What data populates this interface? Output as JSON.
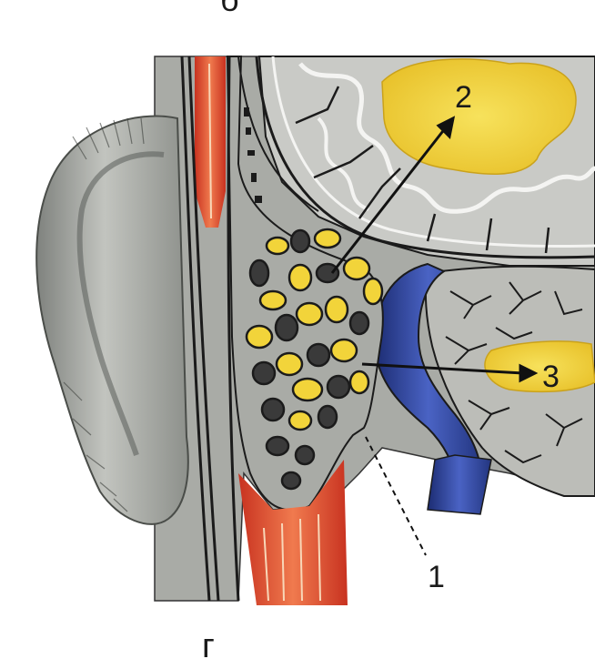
{
  "figure": {
    "top_letter": "б",
    "bottom_letter": "г"
  },
  "callouts": [
    {
      "number": "1"
    },
    {
      "number": "2"
    },
    {
      "number": "3"
    }
  ],
  "colors": {
    "tissue_gray": "#a9aba6",
    "bone_gray": "#bcbdb8",
    "pus_yellow": "#f2d43a",
    "sinus_blue": "#2c3f8f",
    "muscle_red": "#d8442b",
    "outline": "#1b1b1b",
    "brain_gray": "#c9cac6"
  },
  "icons": [
    "ear-pinna",
    "mastoid-cells",
    "sigmoid-sinus",
    "cerebellum",
    "temporal-lobe-abscess"
  ]
}
